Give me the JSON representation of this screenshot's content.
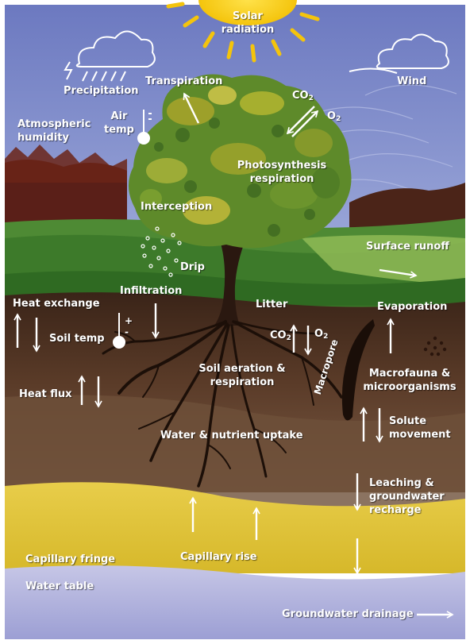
{
  "labels": {
    "solar_radiation": "Solar\nradiation",
    "precipitation": "Precipitation",
    "transpiration": "Transpiration",
    "co2_top": "CO",
    "o2_top": "O",
    "subscript_2": "2",
    "wind": "Wind",
    "atmospheric_humidity": "Atmospheric\nhumidity",
    "air_temp": "Air\ntemp",
    "photosynthesis_respiration": "Photosynthesis\nrespiration",
    "interception": "Interception",
    "surface_runoff": "Surface runoff",
    "drip": "Drip",
    "infiltration": "Infiltration",
    "heat_exchange": "Heat exchange",
    "litter": "Litter",
    "evaporation": "Evaporation",
    "soil_temp": "Soil temp",
    "co2_soil": "CO",
    "o2_soil": "O",
    "soil_aeration_respiration": "Soil aeration &\nrespiration",
    "macropore": "Macropore",
    "macrofauna_microorganisms": "Macrofauna &\nmicroorganisms",
    "heat_flux": "Heat flux",
    "solute_movement": "Solute\nmovement",
    "water_nutrient_uptake": "Water & nutrient uptake",
    "leaching_groundwater_recharge": "Leaching &\ngroundwater\nrecharge",
    "capillary_fringe": "Capillary fringe",
    "capillary_rise": "Capillary rise",
    "water_table": "Water table",
    "groundwater_drainage": "Groundwater drainage",
    "thermometer_plus": "+",
    "thermometer_minus": "-"
  },
  "colors": {
    "sky": "#7b88c8",
    "sun": "#f7d21c",
    "foliage": "#5e8a2a",
    "grass": "#3f7d2c",
    "topsoil": "#3a2418",
    "subsoil": "#6e4a33",
    "capillary_fringe": "#e3c63c",
    "water_table": "#b7b9e2",
    "arrow": "#ffffff"
  }
}
